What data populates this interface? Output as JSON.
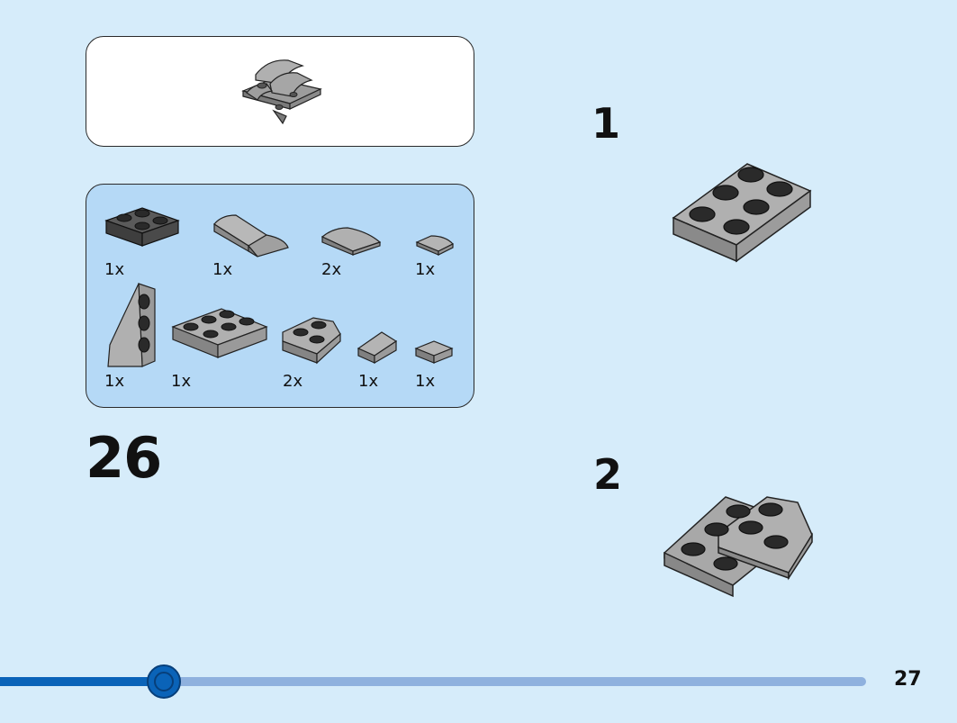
{
  "main_step": {
    "number": "26"
  },
  "parts_list": {
    "items": [
      {
        "qty": "1x",
        "part": "dark-plate-2x2"
      },
      {
        "qty": "1x",
        "part": "curved-slope-2x4"
      },
      {
        "qty": "2x",
        "part": "curved-slope-2x2"
      },
      {
        "qty": "1x",
        "part": "round-corner-tile-1x1"
      },
      {
        "qty": "1x",
        "part": "wedge-plate-3x2"
      },
      {
        "qty": "1x",
        "part": "plate-2x3"
      },
      {
        "qty": "2x",
        "part": "wing-plate-2x2"
      },
      {
        "qty": "1x",
        "part": "slope-1x1"
      },
      {
        "qty": "1x",
        "part": "tile-1x1"
      }
    ]
  },
  "substeps": [
    {
      "number": "1"
    },
    {
      "number": "2"
    }
  ],
  "footer": {
    "page_number": "27",
    "progress": 0.17
  },
  "colors": {
    "background": "#d6ecfa",
    "parts_box": "#b5d9f6",
    "brick_light": "#a4a4a4",
    "brick_dark": "#585858",
    "progress_fill": "#0a63b8",
    "progress_track": "#8fb1de"
  }
}
